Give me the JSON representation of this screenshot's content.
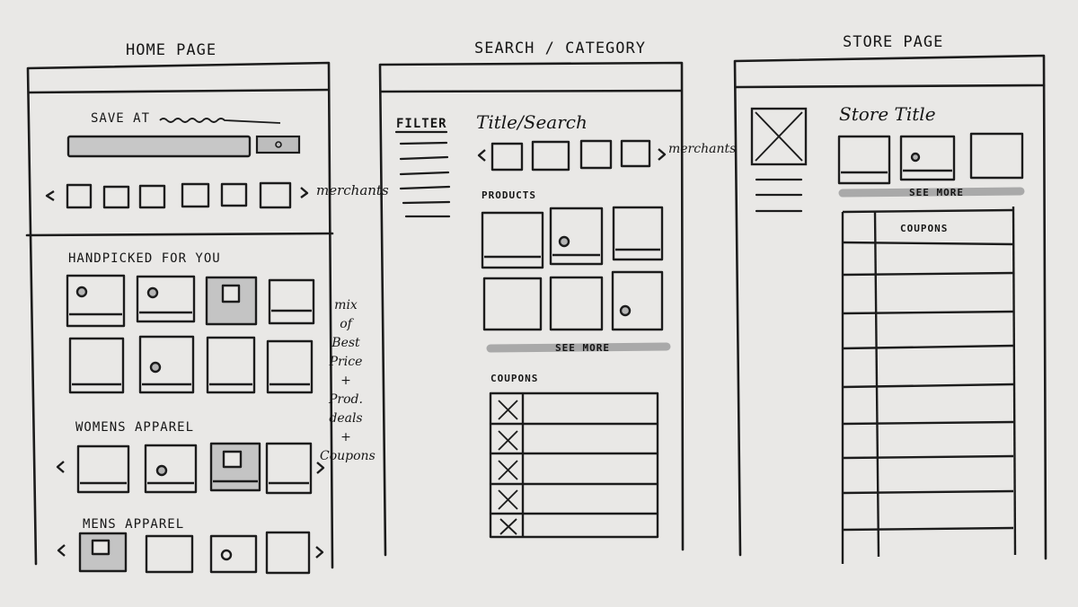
{
  "screens": [
    {
      "heading": "HOME PAGE",
      "save_label": "SAVE AT",
      "merchants_note": "merchants",
      "sections": [
        "HANDPICKED FOR YOU",
        "WOMENS APPAREL",
        "MENS APPAREL"
      ],
      "side_note": [
        "mix",
        "of",
        "Best",
        "Price",
        "+",
        "Prod.",
        "deals",
        "+",
        "Coupons"
      ]
    },
    {
      "heading": "SEARCH / CATEGORY",
      "filter_label": "FILTER",
      "title_label": "Title/Search",
      "merchants_note": "merchants",
      "products_label": "PRODUCTS",
      "see_more": "SEE MORE",
      "coupons_label": "COUPONS"
    },
    {
      "heading": "STORE PAGE",
      "title_label": "Store Title",
      "see_more": "SEE MORE",
      "coupons_label": "COUPONS"
    }
  ],
  "colors": {
    "paper": "#e9e8e6",
    "ink": "#1c1c1c",
    "marker_gray": "#a9a9a9",
    "shaded_tile": "#c4c4c4"
  }
}
